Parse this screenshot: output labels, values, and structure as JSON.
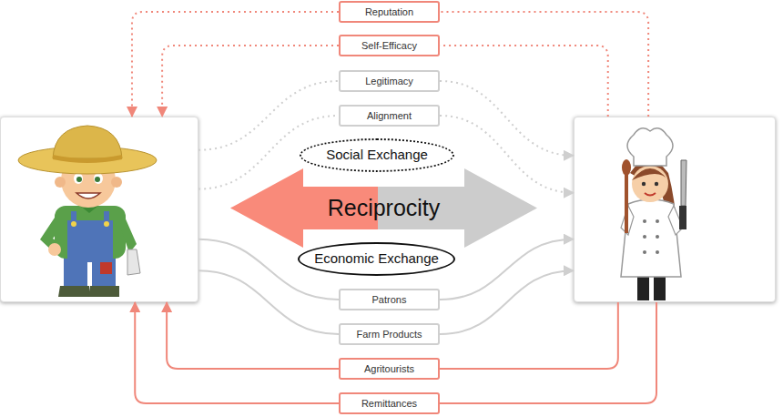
{
  "diagram": {
    "nodes": [
      {
        "text": []
      },
      {
        "text": [
          "Reputation"
        ]
      },
      {
        "text": [
          "Self-Efficacy"
        ]
      },
      {
        "text": [
          "Legitimacy"
        ]
      },
      {
        "text": [
          "Alignment"
        ]
      },
      {
        "text": [
          "Social Exchange"
        ]
      },
      {
        "text": [
          "Reciprocity"
        ]
      },
      {
        "text": [
          "Economic Exchange"
        ]
      },
      {
        "text": [
          "Patrons"
        ]
      },
      {
        "text": [
          "Farm Products"
        ]
      },
      {
        "text": [
          "Agritourists"
        ]
      },
      {
        "text": [
          "Remittances"
        ]
      },
      {
        "text": []
      }
    ],
    "edges": [
      {
        "from": 12,
        "to": 1,
        "arrow": "none"
      },
      {
        "from": 1,
        "to": 0,
        "arrow": "to"
      },
      {
        "from": 12,
        "to": 2,
        "arrow": "none"
      },
      {
        "from": 2,
        "to": 0,
        "arrow": "to"
      },
      {
        "from": 0,
        "to": 3,
        "arrow": "none"
      },
      {
        "from": 3,
        "to": 12,
        "arrow": "to"
      },
      {
        "from": 0,
        "to": 4,
        "arrow": "none"
      },
      {
        "from": 4,
        "to": 12,
        "arrow": "to"
      },
      {
        "from": 0,
        "to": 8,
        "arrow": "none"
      },
      {
        "from": 8,
        "to": 12,
        "arrow": "to"
      },
      {
        "from": 0,
        "to": 9,
        "arrow": "none"
      },
      {
        "from": 9,
        "to": 12,
        "arrow": "to"
      },
      {
        "from": 12,
        "to": 10,
        "arrow": "none"
      },
      {
        "from": 10,
        "to": 0,
        "arrow": "to"
      },
      {
        "from": 12,
        "to": 11,
        "arrow": "none"
      },
      {
        "from": 11,
        "to": 0,
        "arrow": "to"
      }
    ]
  }
}
